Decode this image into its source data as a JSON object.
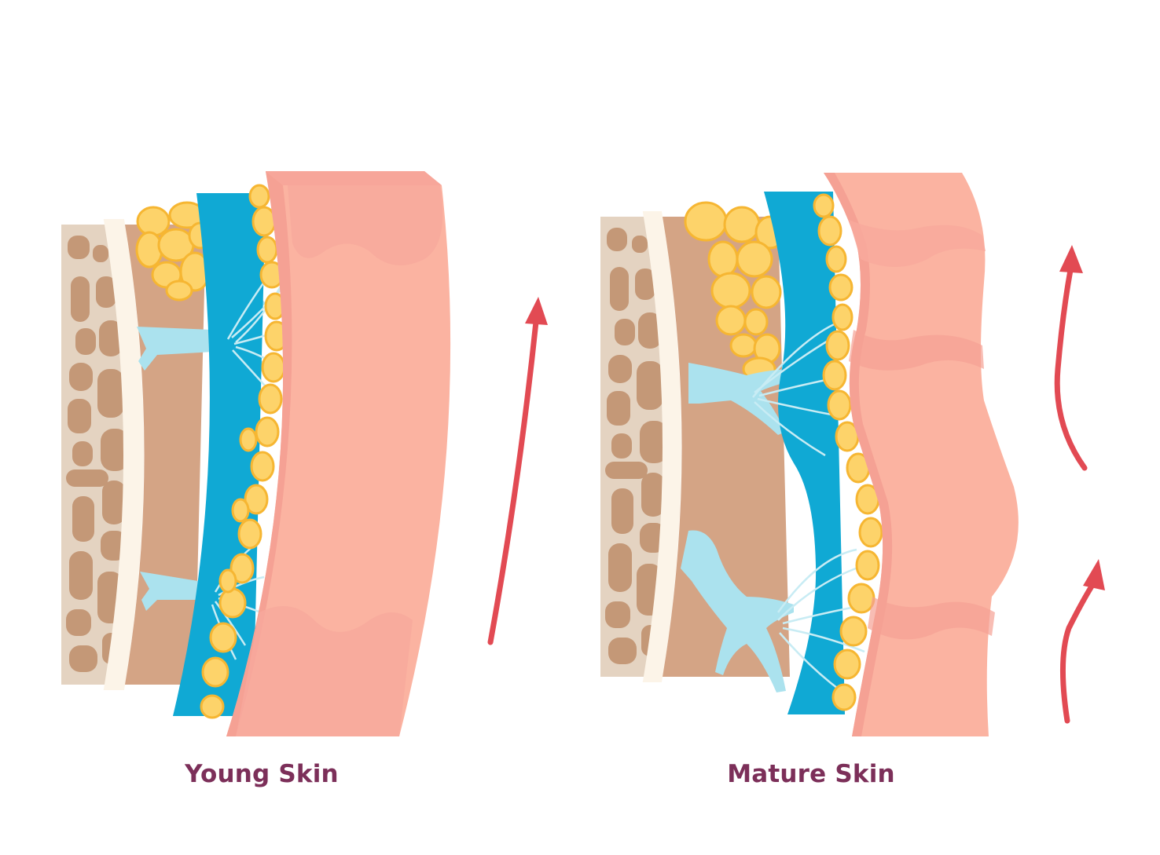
{
  "panels": [
    {
      "id": "young",
      "caption": "Young Skin"
    },
    {
      "id": "mature",
      "caption": "Mature Skin"
    }
  ],
  "colors": {
    "bone": "#e4d3c1",
    "bone_pores": "#c49877",
    "bone_rim": "#fcf4e8",
    "muscle": "#d4a485",
    "fat": "#fdd36a",
    "fat_outline": "#f6b632",
    "fascia": "#10a9d4",
    "ligament": "#abe2ee",
    "skin": "#fbb3a1",
    "skin_shade": "#f5a194",
    "arrow": "#e24a53",
    "caption": "#7c2f59"
  }
}
